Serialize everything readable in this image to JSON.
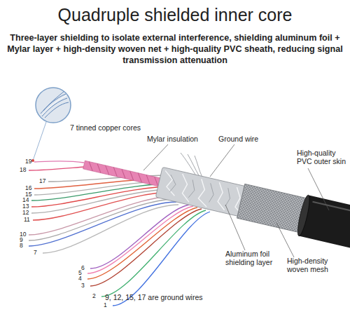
{
  "diagram": {
    "title": "Quadruple shielded inner core",
    "labels": [
      "Three-layer shielding to isolate external interference, shielding aluminum foil + Mylar layer + high-density woven net + high-quality PVC sheath, reducing signal transmission attenuation",
      "7 tinned copper cores",
      "Mylar insulation",
      "Ground wire",
      "High-quality PVC outer skin",
      "Aluminum foil shielding layer",
      "High-density woven mesh",
      "9, 12, 15, 17 are ground wires",
      "19",
      "18",
      "17",
      "16",
      "15",
      "14",
      "13",
      "12",
      "11",
      "10",
      "9",
      "8",
      "7",
      "6",
      "5",
      "4",
      "3",
      "2",
      "1"
    ]
  }
}
